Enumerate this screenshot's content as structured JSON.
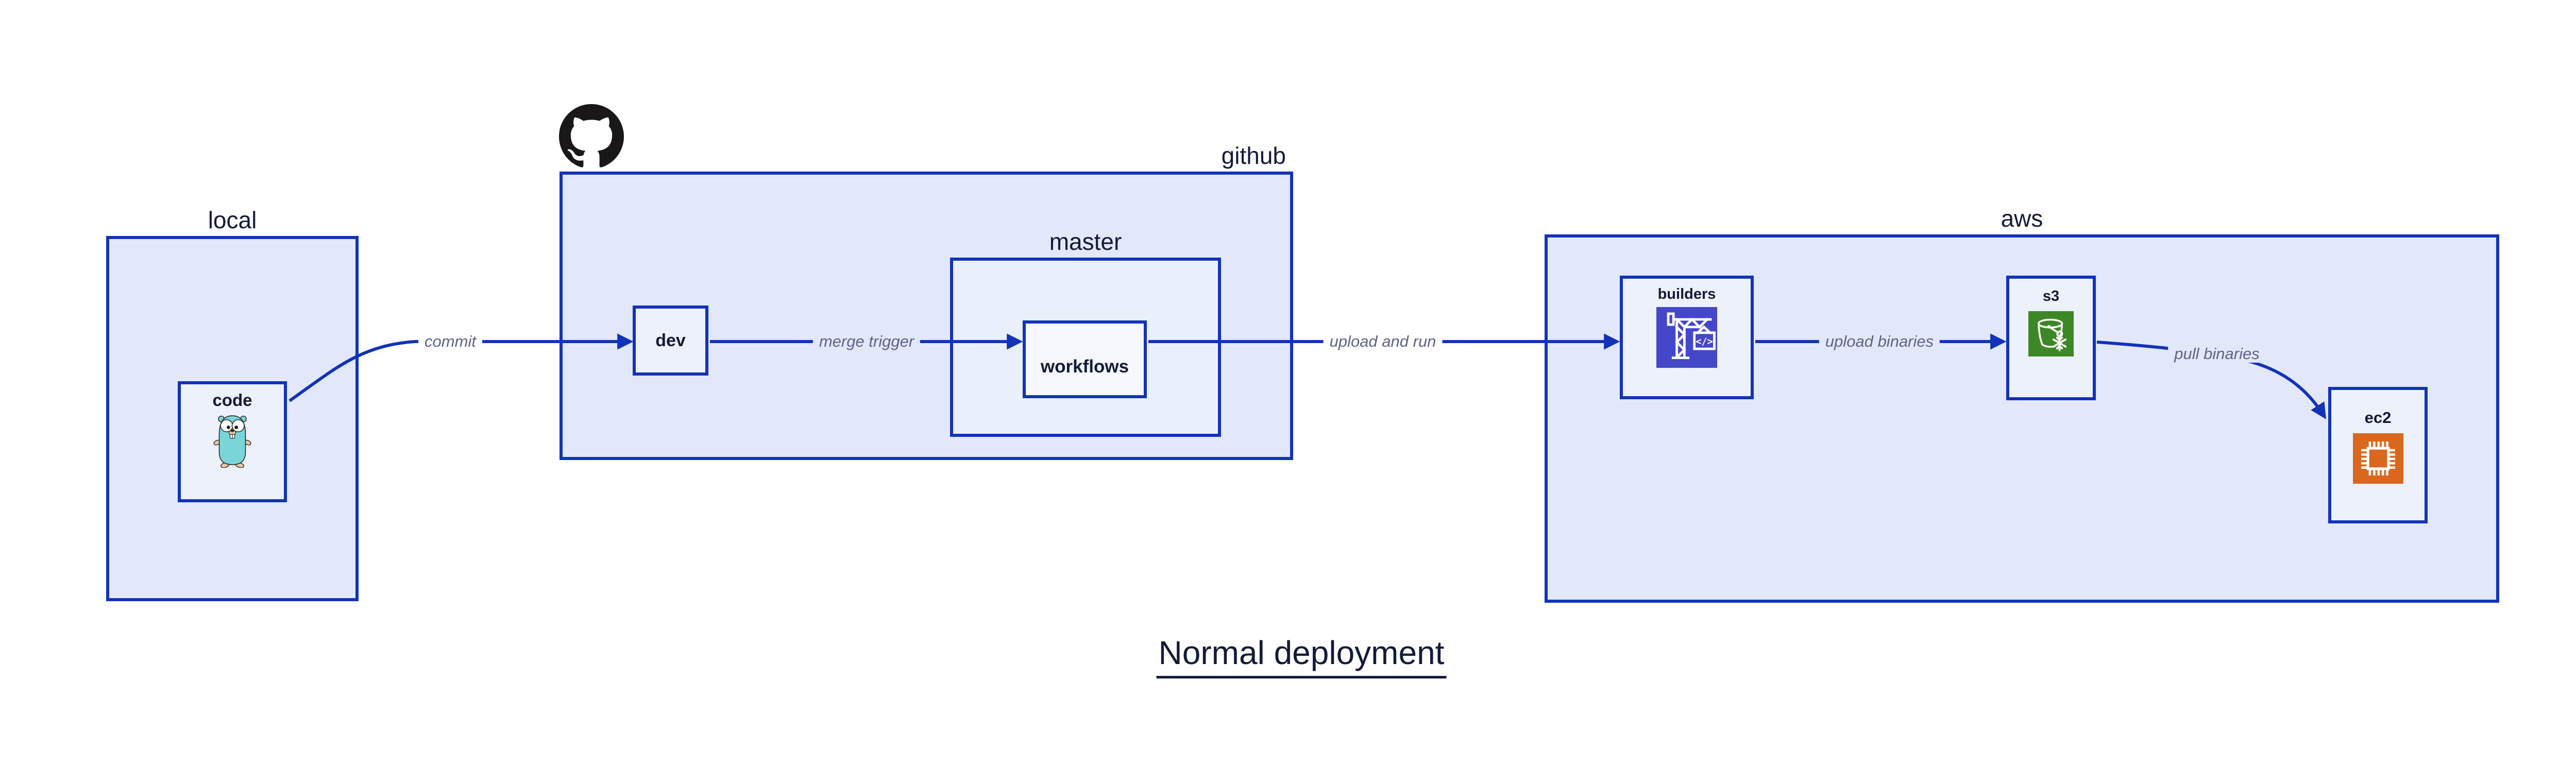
{
  "title": "Normal deployment",
  "containers": {
    "local": {
      "label": "local"
    },
    "github": {
      "label": "github",
      "logo_icon": "github-octocat-logo"
    },
    "master": {
      "label": "master"
    },
    "aws": {
      "label": "aws"
    }
  },
  "nodes": {
    "code": {
      "label": "code",
      "icon": "go-gopher-icon",
      "icon_color": "#7ad5d8"
    },
    "dev": {
      "label": "dev"
    },
    "workflows": {
      "label": "workflows"
    },
    "builders": {
      "label": "builders",
      "icon": "codebuild-crane-icon",
      "icon_color": "#4447c8",
      "icon_code_glyph": "</>"
    },
    "s3": {
      "label": "s3",
      "icon": "s3-bucket-snowflake-icon",
      "icon_color": "#3e8727"
    },
    "ec2": {
      "label": "ec2",
      "icon": "ec2-chip-icon",
      "icon_color": "#d9671e"
    }
  },
  "edges": [
    {
      "id": "commit",
      "label": "commit",
      "from": "code",
      "to": "dev"
    },
    {
      "id": "merge-trigger",
      "label": "merge trigger",
      "from": "dev",
      "to": "workflows"
    },
    {
      "id": "upload-and-run",
      "label": "upload and run",
      "from": "workflows",
      "to": "builders"
    },
    {
      "id": "upload-binaries",
      "label": "upload binaries",
      "from": "builders",
      "to": "s3"
    },
    {
      "id": "pull-binaries",
      "label": "pull binaries",
      "from": "s3",
      "to": "ec2"
    }
  ],
  "colors": {
    "stroke_blue": "#1233b8",
    "container_fill": "#e2e8fa",
    "node_fill": "#edf1fc",
    "master_fill": "#eaeffc",
    "workflows_fill": "#f6f8fe",
    "label_text": "#141b38",
    "edge_label_text": "#5d6486",
    "octocat_black": "#191717"
  }
}
